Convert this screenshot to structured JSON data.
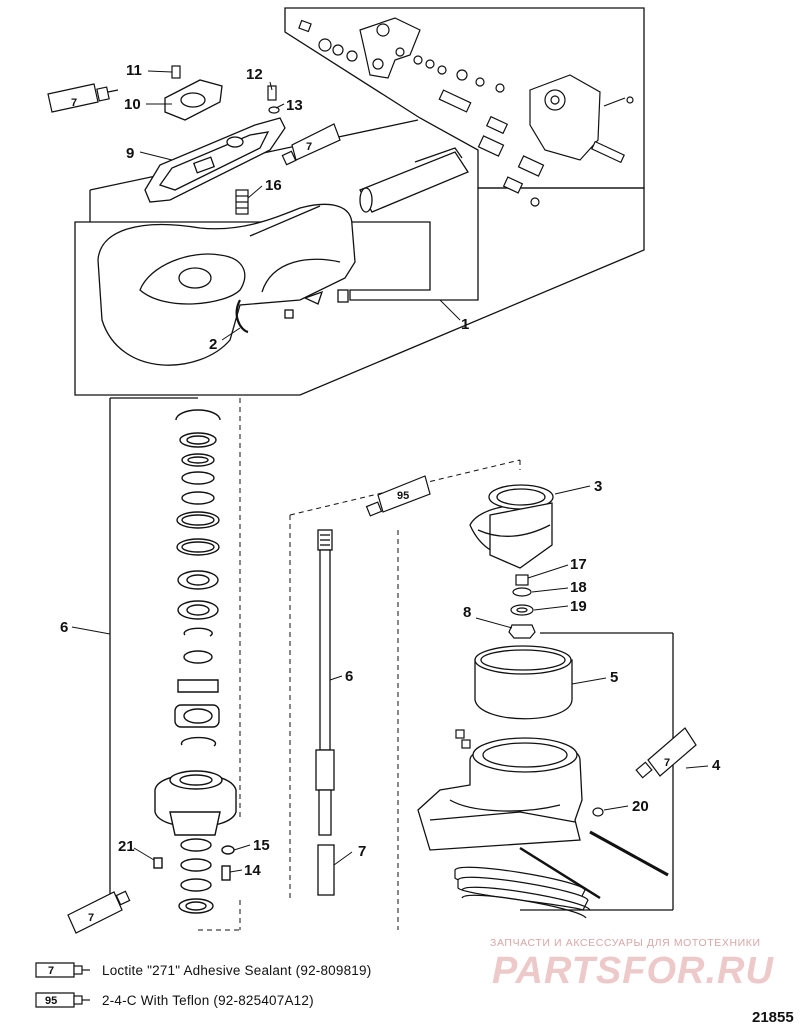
{
  "callouts": {
    "c1": "1",
    "c2": "2",
    "c3": "3",
    "c4": "4",
    "c5": "5",
    "c6a": "6",
    "c6b": "6",
    "c7": "7",
    "c8": "8",
    "c9": "9",
    "c10": "10",
    "c11": "11",
    "c12": "12",
    "c13": "13",
    "c14": "14",
    "c15": "15",
    "c16": "16",
    "c17": "17",
    "c18": "18",
    "c19": "19",
    "c20": "20",
    "c21": "21"
  },
  "tubes": {
    "t_top_left": "7",
    "t_top_mid": "7",
    "t_right": "7",
    "t_bottom_left": "7",
    "t_shaft": "95"
  },
  "legend": [
    {
      "code": "7",
      "text": "Loctite \"271\" Adhesive Sealant (92-809819)"
    },
    {
      "code": "95",
      "text": "2-4-C  With Teflon (92-825407A12)"
    }
  ],
  "watermark": {
    "caption": "ЗАПЧАСТИ И АКСЕССУАРЫ ДЛЯ МОТОТЕХНИКИ",
    "logo": "PARTSFOR.RU"
  },
  "figure_number": "21855"
}
